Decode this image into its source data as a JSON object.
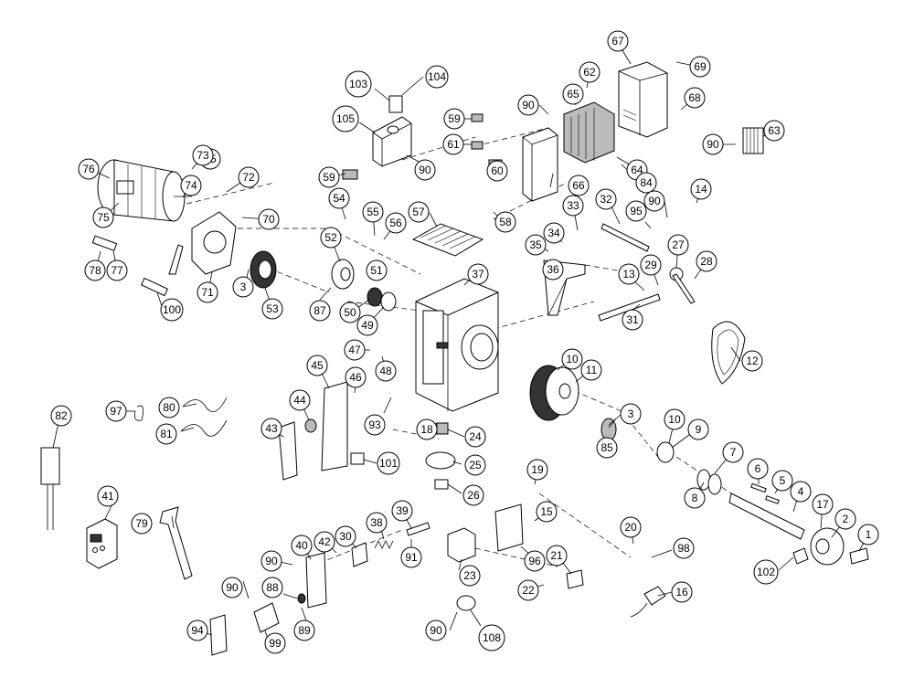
{
  "diagram": {
    "type": "exploded-parts-diagram",
    "callouts": [
      "1",
      "2",
      "3",
      "3",
      "4",
      "5",
      "6",
      "7",
      "8",
      "9",
      "10",
      "10",
      "11",
      "12",
      "13",
      "14",
      "15",
      "16",
      "17",
      "18",
      "19",
      "20",
      "21",
      "22",
      "23",
      "24",
      "25",
      "26",
      "27",
      "28",
      "29",
      "30",
      "31",
      "32",
      "33",
      "34",
      "35",
      "35",
      "36",
      "37",
      "38",
      "39",
      "40",
      "41",
      "42",
      "43",
      "44",
      "45",
      "46",
      "47",
      "48",
      "49",
      "50",
      "51",
      "52",
      "53",
      "54",
      "55",
      "56",
      "57",
      "58",
      "59",
      "59",
      "60",
      "61",
      "62",
      "63",
      "64",
      "65",
      "66",
      "67",
      "68",
      "69",
      "70",
      "71",
      "72",
      "73",
      "74",
      "75",
      "76",
      "77",
      "78",
      "79",
      "80",
      "81",
      "82",
      "84",
      "85",
      "87",
      "88",
      "89",
      "90",
      "90",
      "90",
      "90",
      "90",
      "90",
      "90",
      "91",
      "93",
      "94",
      "95",
      "96",
      "97",
      "98",
      "99",
      "100",
      "101",
      "102",
      "103",
      "104",
      "105",
      "108"
    ]
  }
}
